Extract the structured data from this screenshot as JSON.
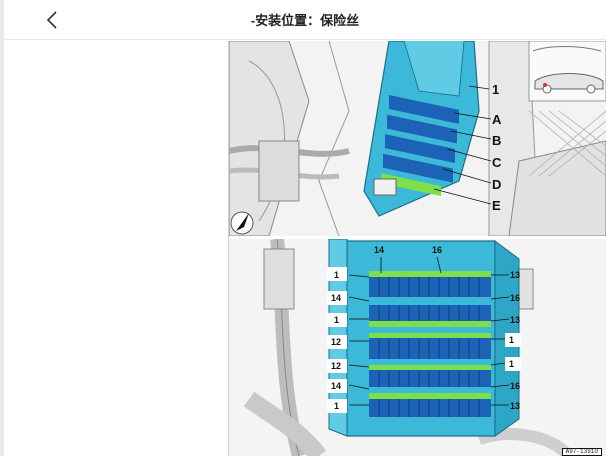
{
  "header": {
    "title": "-安装位置：保险丝",
    "back_icon": "chevron-left-icon"
  },
  "diagram_top": {
    "callouts": {
      "c1": "1",
      "cA": "A",
      "cB": "B",
      "cC": "C",
      "cD": "D",
      "cE": "E"
    },
    "colors": {
      "fuse_box": "#3cb8d8",
      "fuse_slot": "#1c63b8",
      "fuse_clip": "#7ddf4a"
    }
  },
  "diagram_bottom": {
    "callouts": {
      "t14": "14",
      "t16": "16",
      "r1_l": "1",
      "r1_r": "13",
      "r2_l": "14",
      "r2_r": "16",
      "r3_l": "1",
      "r3_r": "13",
      "r4_l": "12",
      "r4_r": "1",
      "r5_l": "12",
      "r5_r": "1",
      "r6_l": "14",
      "r6_r": "16",
      "r7_l": "1",
      "r7_r": "13"
    },
    "ref_code": "A97-13910"
  }
}
